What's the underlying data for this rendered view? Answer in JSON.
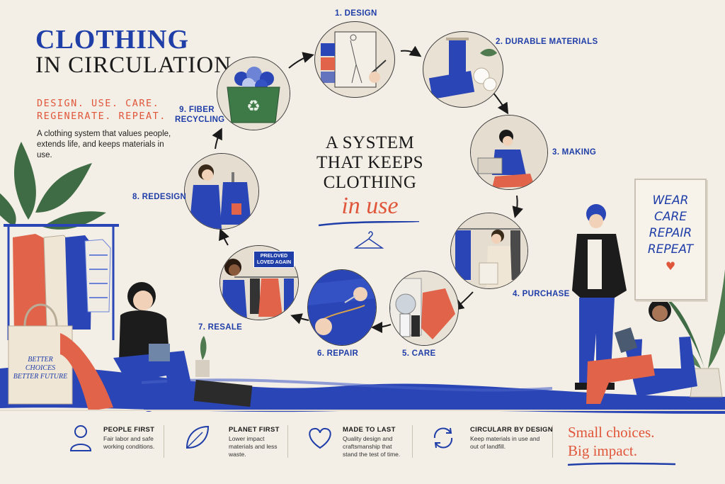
{
  "header": {
    "title_line1": "CLOTHING",
    "title_line2": "IN CIRCULATION",
    "tagline_line1": "DESIGN. USE. CARE.",
    "tagline_line2": "REGENERATE. REPEAT.",
    "intro": "A clothing system that values people, extends life, and keeps materials in use."
  },
  "cycle": {
    "steps": [
      {
        "label": "1. DESIGN"
      },
      {
        "label": "2. DURABLE MATERIALS"
      },
      {
        "label": "3. MAKING"
      },
      {
        "label": "4. PURCHASE"
      },
      {
        "label": "5. CARE"
      },
      {
        "label": "6. REPAIR"
      },
      {
        "label": "7. RESALE"
      },
      {
        "label": "8. REDESIGN"
      },
      {
        "label": "9. FIBER RECYCLING"
      }
    ],
    "center_title": "A SYSTEM THAT KEEPS CLOTHING",
    "center_accent": "in use",
    "resale_sign": "PRELOVED LOVED AGAIN"
  },
  "poster": {
    "lines": [
      "WEAR",
      "CARE",
      "REPAIR",
      "REPEAT"
    ]
  },
  "tote_bag": {
    "text": "BETTER CHOICES BETTER FUTURE"
  },
  "features": [
    {
      "title": "PEOPLE FIRST",
      "desc": "Fair labor and safe working conditions.",
      "icon": "person-icon"
    },
    {
      "title": "PLANET FIRST",
      "desc": "Lower impact materials and less waste.",
      "icon": "leaf-icon"
    },
    {
      "title": "MADE TO LAST",
      "desc": "Quality design and craftsmanship that stand the test of time.",
      "icon": "heart-icon"
    },
    {
      "title": "CIRCULARR BY DESIGN",
      "desc": "Keep materials in use and out of landfill.",
      "icon": "circular-arrows-icon"
    }
  ],
  "slogan": {
    "line1": "Small choices.",
    "line2": "Big impact."
  },
  "colors": {
    "blue": "#1f3ea8",
    "coral": "#e0563a",
    "background": "#f4efe6"
  }
}
